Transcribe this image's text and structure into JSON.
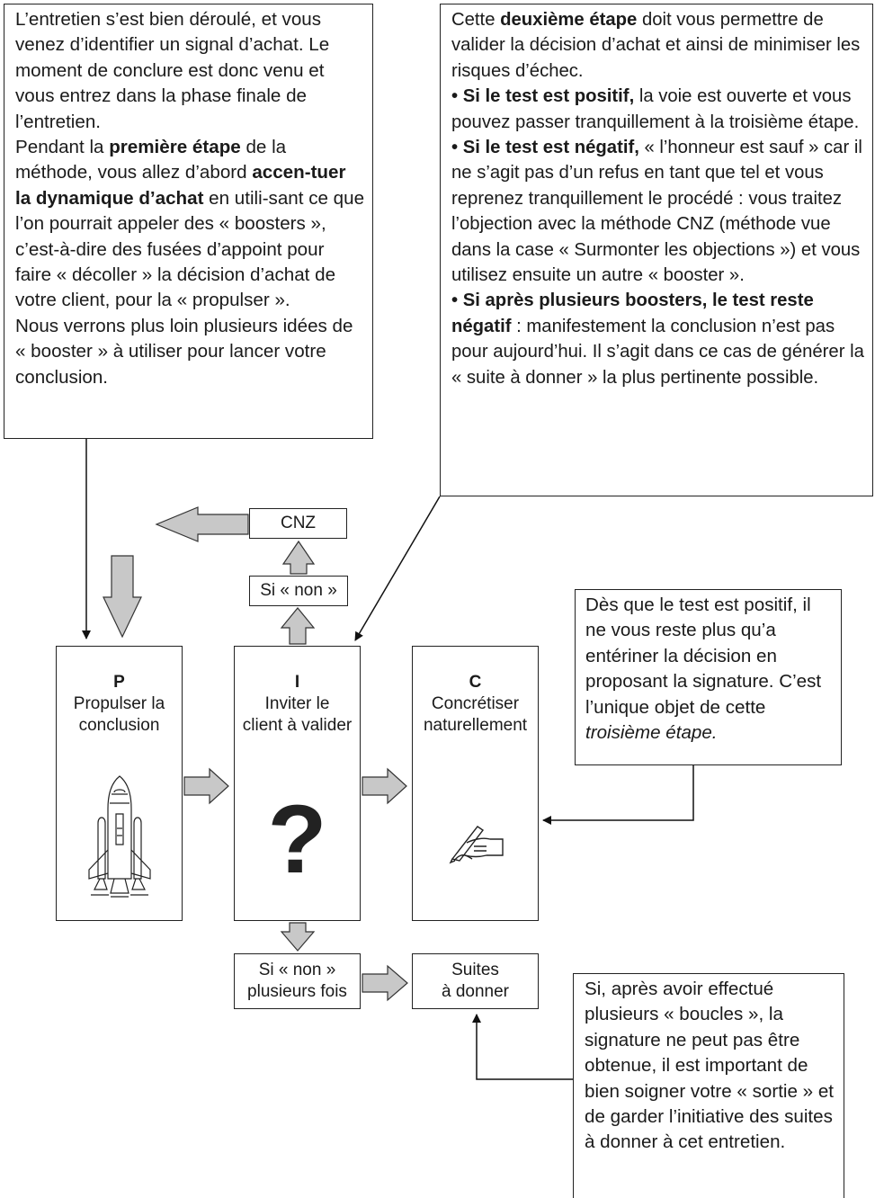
{
  "note_left": {
    "p1": "L’entretien s’est bien déroulé, et vous venez d’identifier un signal d’achat. Le moment de conclure est donc venu et vous entrez dans la phase finale de l’entretien.",
    "p2_a": "Pendant la ",
    "p2_b": "première étape",
    "p2_c": " de la méthode, vous allez d’abord ",
    "p2_d": "accen-tuer la dynamique d’achat",
    "p2_e": " en utili-sant ce que l’on pourrait appeler des « boosters », c’est-à-dire des fusées d’appoint pour faire « décoller » la décision d’achat de votre client, pour la « propulser ».",
    "p3": "Nous verrons plus loin plusieurs idées de « booster » à utiliser pour lancer votre conclusion."
  },
  "note_right": {
    "p1_a": "Cette ",
    "p1_b": "deuxième étape",
    "p1_c": " doit vous permettre de valider la décision d’achat et ainsi de minimiser les risques d’échec.",
    "p2_a": "• Si le test est positif,",
    "p2_b": " la voie est ouverte et vous pouvez passer tranquillement à la troisième étape.",
    "p3_a": "• Si le test est négatif,",
    "p3_b": " « l’honneur est sauf » car il ne s’agit pas d’un refus en tant que tel et vous reprenez tranquillement le procédé : vous traitez l’objection avec la méthode CNZ (méthode vue dans la case « Surmonter les objections ») et vous utilisez ensuite un autre « booster ».",
    "p4_a": "• Si après plusieurs boosters, le test reste négatif",
    "p4_b": " : manifestement la conclusion n’est pas pour aujourd’hui. Il s’agit dans ce cas de générer la « suite à donner » la plus pertinente possible."
  },
  "note_c": {
    "text_a": "Dès que le test est positif, il ne vous reste plus qu’a entériner la décision en proposant la signature. C’est l’unique objet de cette ",
    "text_b": "troisième étape."
  },
  "note_bottom": {
    "text": "Si, après avoir effectué plusieurs « boucles », la signature ne peut pas être obtenue, il est important de bien soigner votre « sortie » et de garder l’initiative des suites à donner à cet entretien."
  },
  "stages": {
    "p": {
      "letter": "P",
      "line1": "Propulser la",
      "line2": "conclusion"
    },
    "i": {
      "letter": "I",
      "line1": "Inviter le",
      "line2": "client à valider",
      "symbol": "?"
    },
    "c": {
      "letter": "C",
      "line1": "Concrétiser",
      "line2": "naturellement"
    }
  },
  "small_boxes": {
    "cnz": "CNZ",
    "si_non": "Si « non »",
    "si_non_plusieurs_1": "Si « non »",
    "si_non_plusieurs_2": "plusieurs fois",
    "suites_1": "Suites",
    "suites_2": "à donner"
  },
  "icons": [
    "rocket-icon",
    "question-mark-icon",
    "writing-hand-icon",
    "arrow-icon"
  ]
}
